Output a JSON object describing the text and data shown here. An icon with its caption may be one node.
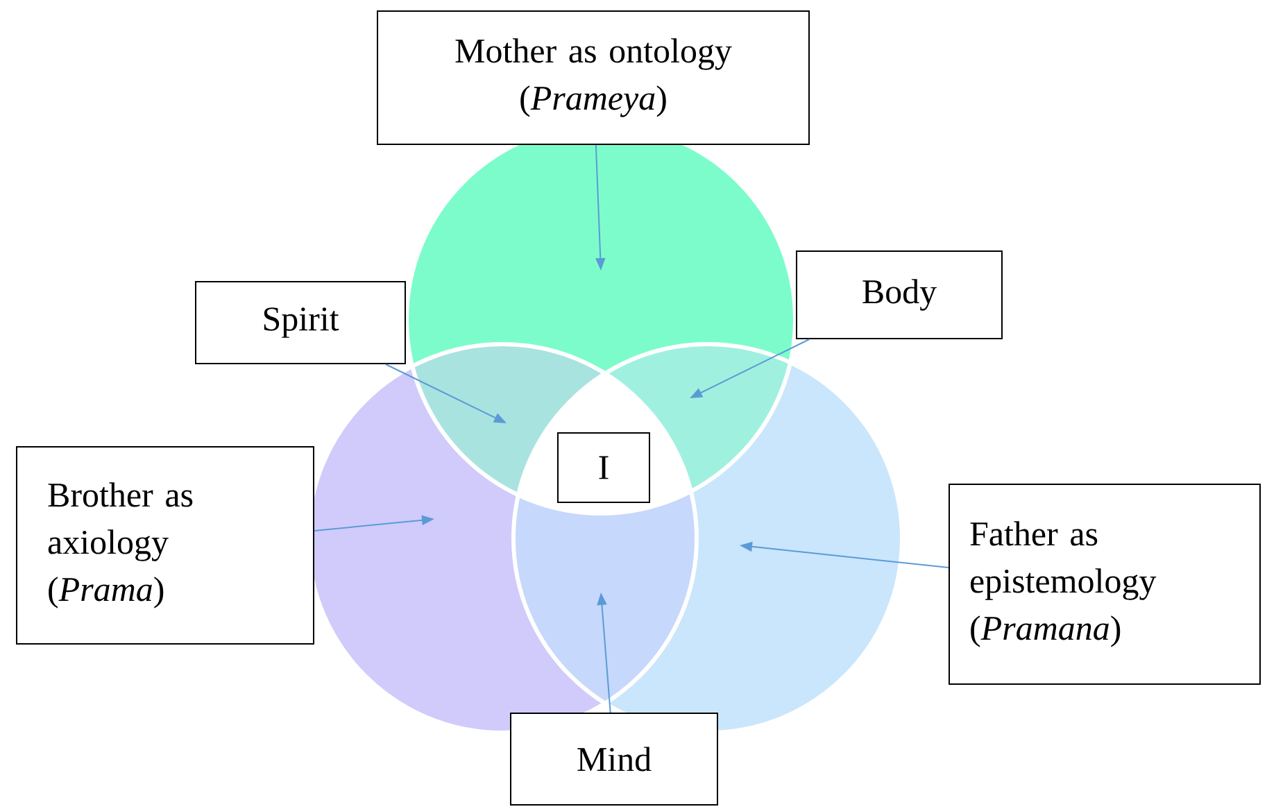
{
  "diagram": {
    "nodes": [
      {
        "text": [
          "Mother as ontology (*Prameya*)"
        ]
      },
      {
        "text": [
          "Spirit"
        ]
      },
      {
        "text": [
          "Body"
        ]
      },
      {
        "text": [
          "I"
        ]
      },
      {
        "text": [
          "Brother as axiology (*Prama*)"
        ]
      },
      {
        "text": [
          "Father as epistemology (*Pramana*)"
        ]
      },
      {
        "text": [
          "Mind"
        ]
      }
    ],
    "edges": [
      {
        "from": 0,
        "to": null,
        "arrow": "to"
      },
      {
        "from": 1,
        "to": null,
        "arrow": "to"
      },
      {
        "from": 2,
        "to": null,
        "arrow": "to"
      },
      {
        "from": 4,
        "to": null,
        "arrow": "to"
      },
      {
        "from": 5,
        "to": null,
        "arrow": "to"
      },
      {
        "from": 6,
        "to": null,
        "arrow": "to"
      }
    ]
  }
}
